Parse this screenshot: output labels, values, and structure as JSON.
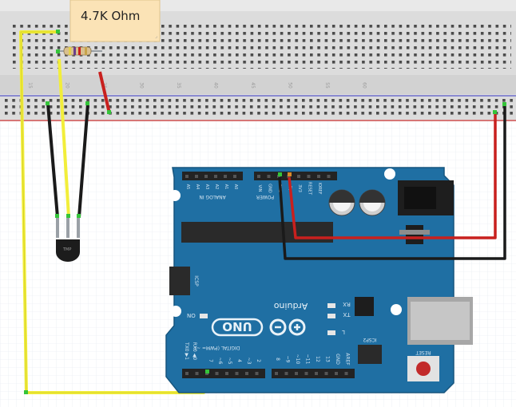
{
  "resistor_note": {
    "text": "4.7K Ohm"
  },
  "breadboard": {
    "column_numbers": [
      "15",
      "20",
      "25",
      "30",
      "35",
      "40",
      "45",
      "50",
      "55",
      "60"
    ]
  },
  "arduino": {
    "logo_text": "Arduino",
    "model": "UNO",
    "power_header": [
      "VIN",
      "GND",
      "GND",
      "5V",
      "3V3",
      "RESET",
      "IOREF"
    ],
    "power_label": "POWER",
    "analog_header": [
      "A5",
      "A4",
      "A3",
      "A2",
      "A1",
      "A0"
    ],
    "analog_label": "ANALOG IN",
    "icsp_label": "ICSP",
    "icsp2_label": "ICSP2",
    "on_label": "ON",
    "rx_label": "RX",
    "tx_label": "TX",
    "l_label": "L",
    "reset_label": "RESET",
    "digital_label": "DIGITAL (PWM= ~)",
    "txo_label": "TX0 ▶1",
    "rxo_label": "RX0 ◀0",
    "digital_pins_right": [
      "8",
      "~9",
      "~10",
      "~11",
      "12",
      "13",
      "GND",
      "AREF"
    ],
    "digital_pins_left": [
      "7",
      "~6",
      "~5",
      "4",
      "~3",
      "2"
    ]
  },
  "colors": {
    "breadboard": "#dcdcdc",
    "board_blue": "#1f6fa3",
    "wire_yellow": "#f2ee3a",
    "wire_red": "#c8201e",
    "wire_black": "#1a1a1a",
    "note_fill": "#fbe3b6"
  }
}
